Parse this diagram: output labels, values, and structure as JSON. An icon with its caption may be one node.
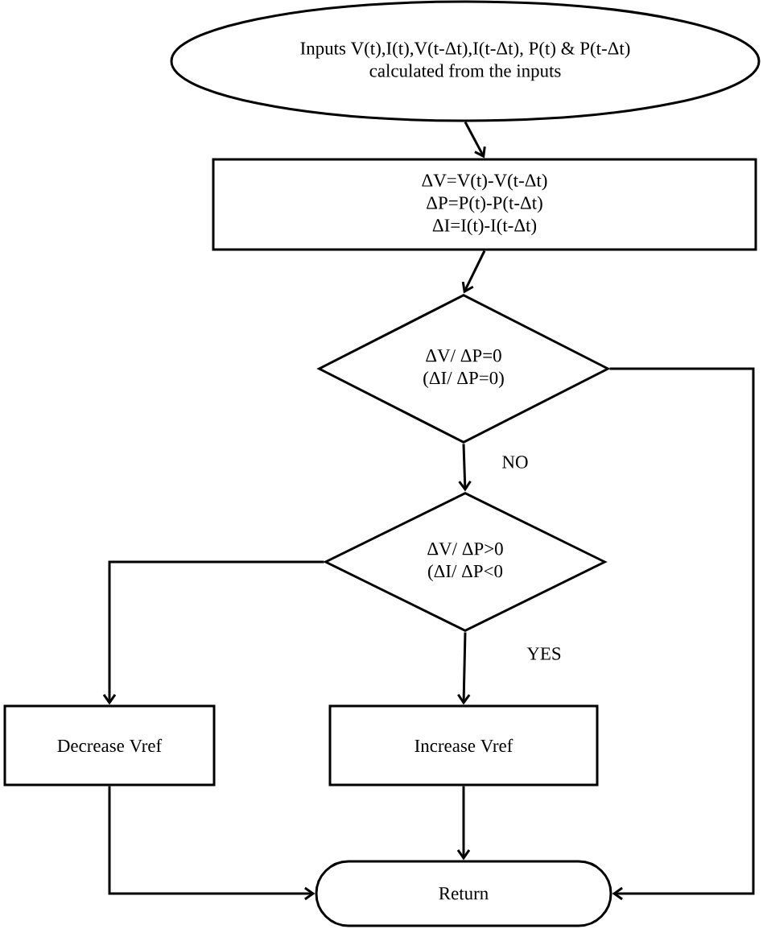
{
  "diagram": {
    "nodes": [
      {
        "text": [
          "Inputs V(t),I(t),V(t-Δt),I(t-Δt),  P(t) & P(t-Δt)",
          "calculated from the inputs"
        ]
      },
      {
        "text": [
          "ΔV=V(t)-V(t-Δt)",
          "ΔP=P(t)-P(t-Δt)",
          "ΔI=I(t)-I(t-Δt)"
        ]
      },
      {
        "text": [
          "ΔV/ ΔP=0",
          "(ΔI/ ΔP=0)"
        ]
      },
      {
        "text": [
          "ΔV/ ΔP>0",
          "(ΔI/ ΔP<0"
        ]
      },
      {
        "text": [
          "Decrease Vref"
        ]
      },
      {
        "text": [
          "Increase Vref"
        ]
      },
      {
        "text": [
          "Return"
        ]
      }
    ],
    "edges": [
      {
        "from": 0,
        "to": 1,
        "arrow": "to"
      },
      {
        "from": 1,
        "to": 2,
        "arrow": "to"
      },
      {
        "from": 2,
        "to": 3,
        "arrow": "to",
        "label": "NO"
      },
      {
        "from": 3,
        "to": 5,
        "arrow": "to",
        "label": "YES"
      },
      {
        "from": 3,
        "to": 4,
        "arrow": "to"
      },
      {
        "from": 2,
        "to": 6,
        "arrow": "to"
      },
      {
        "from": 4,
        "to": 6,
        "arrow": "to"
      },
      {
        "from": 5,
        "to": 6,
        "arrow": "to"
      }
    ]
  }
}
